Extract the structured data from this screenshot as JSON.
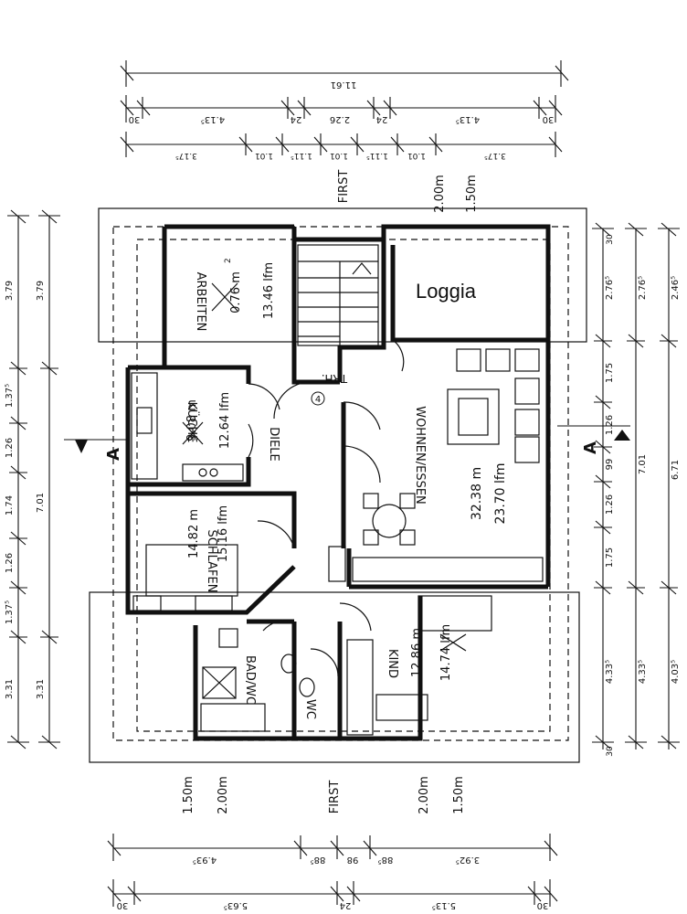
{
  "rooms": {
    "arbeiten": {
      "name": "ARBEITEN",
      "area": "0.76 m",
      "area_exp": "2",
      "lfm": "13.46 lfm"
    },
    "kuche": {
      "name": "KÜCHE",
      "area": "9.08 m",
      "area_exp": "2",
      "lfm": "12.64 lfm"
    },
    "diele": {
      "name": "DIELE"
    },
    "treppenhaus": {
      "label": "TRH.",
      "number": "4"
    },
    "loggia": {
      "name": "Loggia"
    },
    "wohnen": {
      "name": "WOHNEN/ESSEN",
      "area": "32.38 m",
      "area_exp": "2",
      "lfm": "23.70 lfm"
    },
    "schlafen": {
      "name": "SCHLAFEN",
      "area": "14.82 m",
      "area_exp": "2",
      "lfm": "15.16 lfm"
    },
    "bad": {
      "name": "BAD/WC"
    },
    "wc": {
      "name": "WC"
    },
    "kind": {
      "name": "KIND",
      "area": "12.86 m",
      "area_exp": "2",
      "lfm": "14.74 lfm"
    }
  },
  "section": {
    "left": "A",
    "right": "A"
  },
  "roof_labels": {
    "top_first": "FIRST",
    "top_200": "2.00m",
    "top_150": "1.50m",
    "bottom_first": "FIRST",
    "bottom_200": "2.00m",
    "bottom_150": "1.50m",
    "left_150": "1.50m",
    "left_200": "2.00m"
  },
  "dims_top": {
    "row1": [
      "11.61"
    ],
    "row2": [
      "30",
      "4.13⁵",
      "24",
      "2.26",
      "24",
      "4.13⁵",
      "30"
    ],
    "row3": [
      "3.17⁵",
      "1.01",
      "1.11⁵",
      "1.01",
      "1.11⁵",
      "1.01",
      "3.17⁵"
    ]
  },
  "dims_bottom": {
    "row1": [
      "4.93⁵",
      "88⁵",
      "98",
      "88⁵",
      "3.92⁵"
    ],
    "row2": [
      "30",
      "5.63⁵",
      "24",
      "5.13⁵",
      "30"
    ]
  },
  "dims_left": {
    "outer": [
      "3.79",
      "1.37⁵",
      "1.26",
      "1.74",
      "1.26",
      "1.37⁵",
      "3.31"
    ],
    "inner": [
      "3.79",
      "7.01",
      "3.31"
    ]
  },
  "dims_right": {
    "outer": [
      "30",
      "2.76⁵",
      "1.75",
      "1.26",
      "99",
      "1.26",
      "1.75",
      "4.33⁵",
      "30"
    ],
    "inner": [
      "2.76⁵",
      "7.01",
      "4.33⁵"
    ],
    "third": [
      "2.46⁵",
      "6.71",
      "4.03⁵"
    ]
  }
}
